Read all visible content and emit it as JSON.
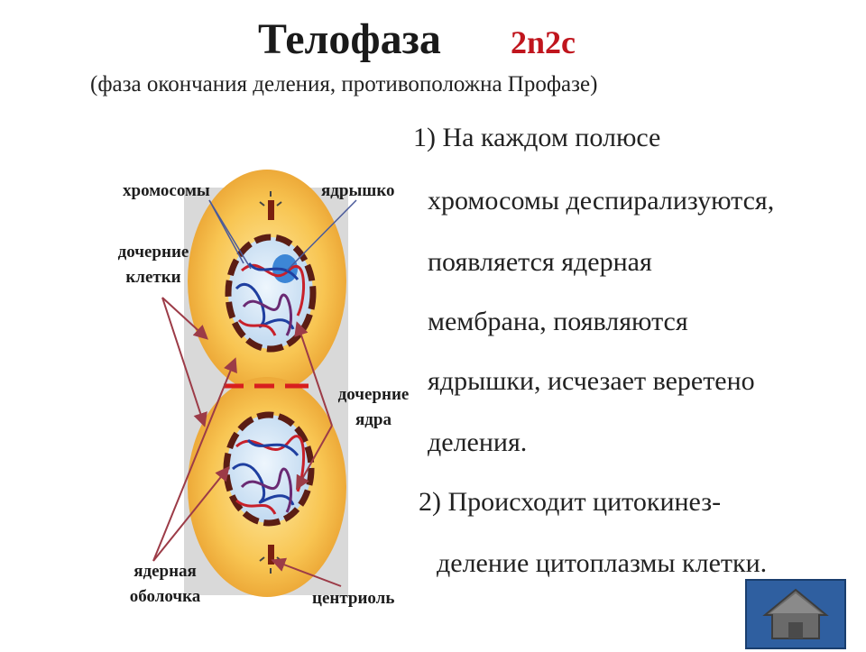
{
  "slide": {
    "title": "Телофаза",
    "formula": "2n2c",
    "subtitle": "(фаза окончания деления, противоположна Профазе)",
    "points": [
      "1) На каждом полюсе",
      "хромосомы деспирализуются,",
      "появляется ядерная",
      "мембрана, появляются",
      "ядрышки, исчезает веретено",
      "деления.",
      "2) Происходит цитокинез-",
      "деление цитоплазмы клетки."
    ]
  },
  "diagram": {
    "labels": {
      "chromosomes": "хромосомы",
      "nucleolus": "ядрышко",
      "daughter_cells_1": "дочерние",
      "daughter_cells_2": "клетки",
      "daughter_nuclei_1": "дочерние",
      "daughter_nuclei_2": "ядра",
      "nuclear_envelope_1": "ядерная",
      "nuclear_envelope_2": "оболочка",
      "centriole": "центриоль"
    }
  },
  "colors": {
    "accent": "#c0151d",
    "cytoplasm": "#f6c04a",
    "nucleus": "#cfe4f7",
    "envelope": "#5b1d14",
    "chromosome_red": "#c8202a",
    "chromosome_blue": "#1f3fa0",
    "chromosome_purple": "#6a2a73",
    "arrow": "#9c3b47",
    "home_button": "#2f5fa0"
  },
  "icons": [
    "home-icon"
  ]
}
